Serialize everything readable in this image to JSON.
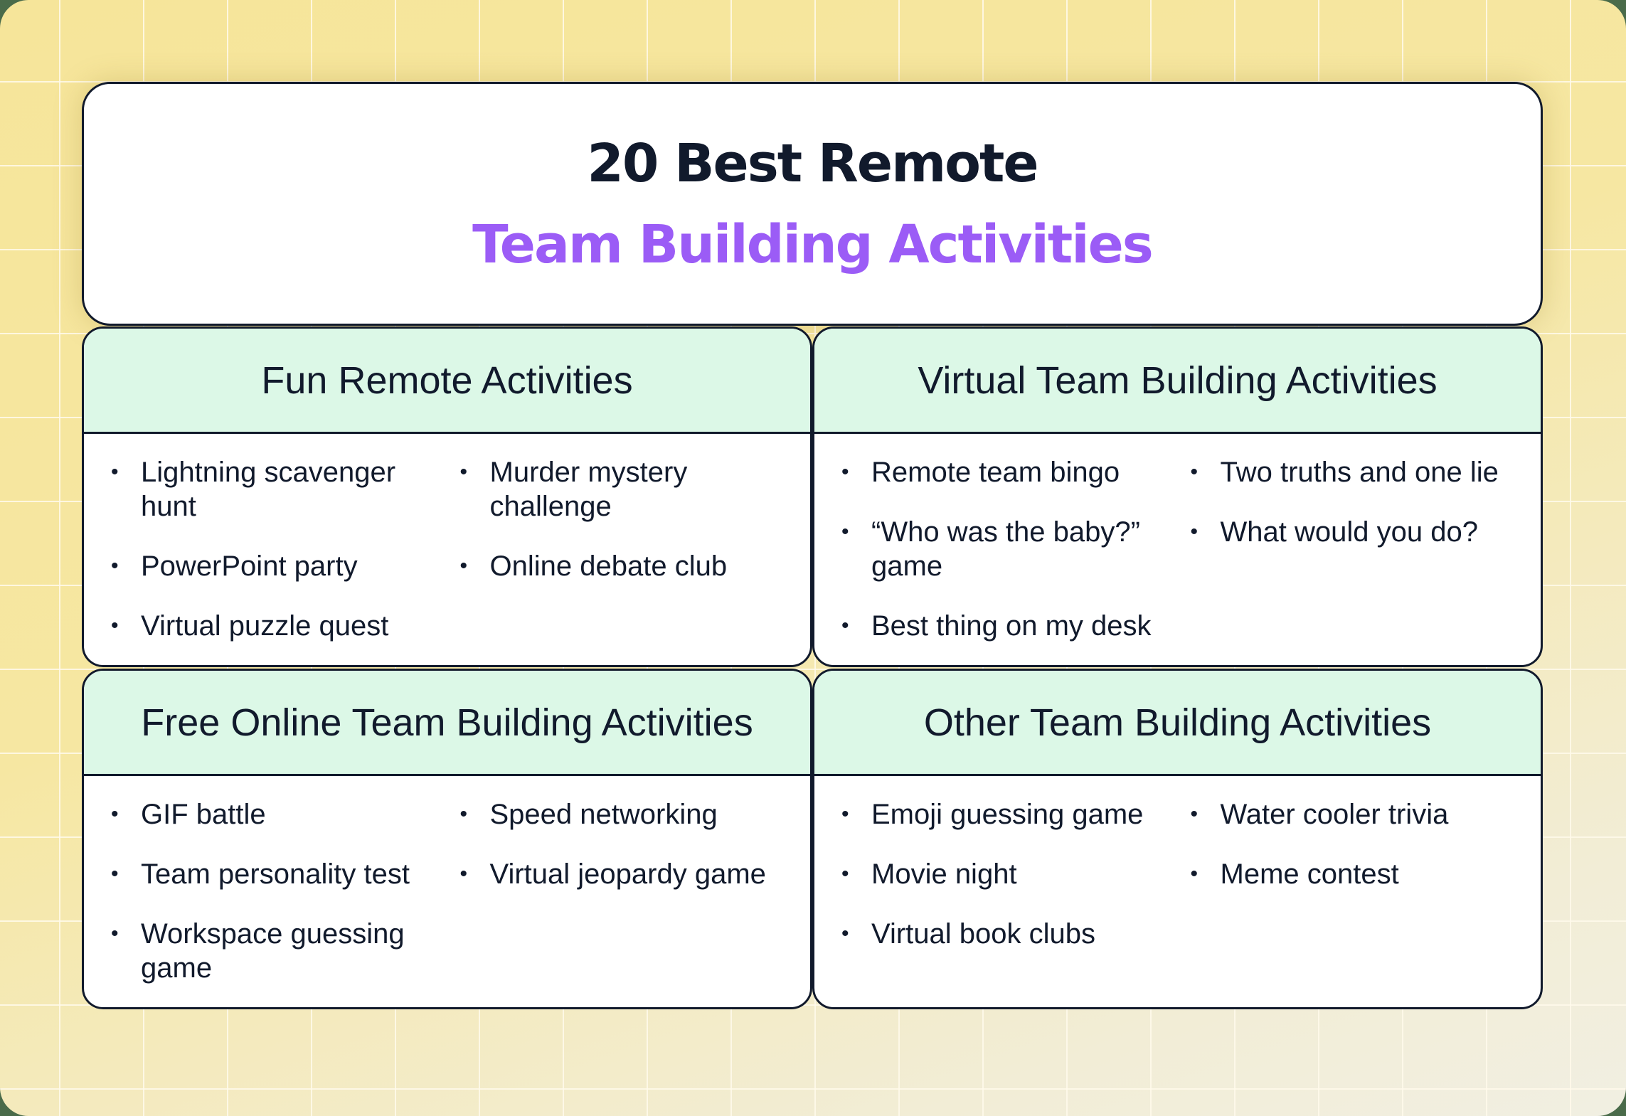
{
  "title": {
    "line1": "20 Best Remote",
    "line2": "Team Building Activities"
  },
  "colors": {
    "accent": "#9b5cf6",
    "header_bg": "#dcf8e7",
    "ink": "#111a2c",
    "background": "#f6e59a"
  },
  "sections": [
    {
      "heading": "Fun Remote Activities",
      "col1": [
        "Lightning scavenger hunt",
        "PowerPoint party",
        "Virtual puzzle quest"
      ],
      "col2": [
        "Murder mystery challenge",
        "Online debate club"
      ]
    },
    {
      "heading": "Virtual Team Building Activities",
      "col1": [
        "Remote team bingo",
        "“Who was the baby?” game",
        "Best thing on my desk"
      ],
      "col2": [
        "Two truths and one lie",
        "What would you do?"
      ]
    },
    {
      "heading": "Free Online Team Building Activities",
      "col1": [
        "GIF battle",
        "Team personality test",
        "Workspace guessing game"
      ],
      "col2": [
        "Speed networking",
        "Virtual jeopardy game"
      ]
    },
    {
      "heading": "Other Team Building Activities",
      "col1": [
        "Emoji guessing game",
        "Movie night",
        "Virtual book clubs"
      ],
      "col2": [
        "Water cooler trivia",
        "Meme contest"
      ]
    }
  ]
}
